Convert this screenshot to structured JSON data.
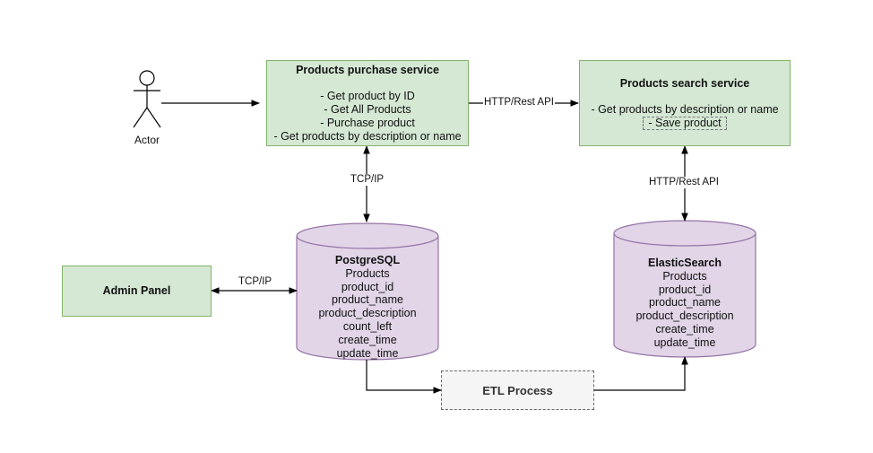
{
  "actor": {
    "label": "Actor"
  },
  "purchase_service": {
    "title": "Products purchase service",
    "lines": [
      "- Get product by ID",
      "- Get All Products",
      "- Purchase product",
      "- Get products by description or name"
    ]
  },
  "search_service": {
    "title": "Products search service",
    "lines": [
      "- Get products by description or name",
      "- Save product"
    ]
  },
  "admin_panel": {
    "title": "Admin Panel"
  },
  "postgres": {
    "title": "PostgreSQL",
    "lines": [
      "Products",
      "product_id",
      "product_name",
      "product_description",
      "count_left",
      "create_time",
      "update_time"
    ]
  },
  "elastic": {
    "title": "ElasticSearch",
    "lines": [
      "Products",
      "product_id",
      "product_name",
      "product_description",
      "create_time",
      "update_time"
    ]
  },
  "etl": {
    "title": "ETL Process"
  },
  "edges": {
    "purchase_to_search": "HTTP/Rest API",
    "purchase_to_postgres": "TCP/IP",
    "search_to_elastic": "HTTP/Rest API",
    "admin_to_postgres": "TCP/IP"
  },
  "colors": {
    "service_fill": "#d5e8d4",
    "service_stroke": "#82b366",
    "db_fill": "#e1d5e7",
    "db_stroke": "#9673a6",
    "etl_fill": "#f5f5f5",
    "etl_stroke": "#666666"
  }
}
